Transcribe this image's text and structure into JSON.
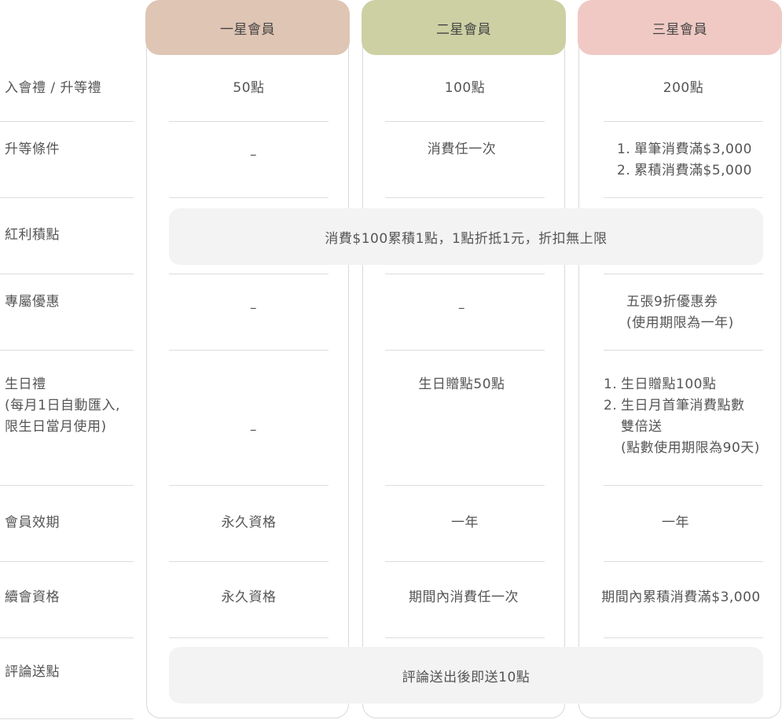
{
  "tiers": [
    {
      "name": "一星會員",
      "color": "#dfc5b4"
    },
    {
      "name": "二星會員",
      "color": "#ccd0a3"
    },
    {
      "name": "三星會員",
      "color": "#f0c9c4"
    }
  ],
  "rows": {
    "gift": {
      "label": "入會禮 / 升等禮",
      "values": [
        "50點",
        "100點",
        "200點"
      ]
    },
    "upgrade": {
      "label": "升等條件",
      "values": [
        "–",
        "消費任一次"
      ],
      "list3": [
        "單筆消費滿$3,000",
        "累積消費滿$5,000"
      ]
    },
    "bonus": {
      "label": "紅利積點",
      "merged": "消費$100累積1點，1點折抵1元，折扣無上限"
    },
    "exclusive": {
      "label": "專屬優惠",
      "values": [
        "–",
        "–"
      ],
      "lines3": [
        "五張9折優惠券",
        "(使用期限為一年)"
      ]
    },
    "birthday": {
      "label_lines": [
        "生日禮",
        "(每月1日自動匯入,",
        "限生日當月使用)"
      ],
      "values": [
        "–",
        "生日贈點50點"
      ],
      "list3": [
        {
          "num": "1.",
          "lines": [
            "生日贈點100點"
          ]
        },
        {
          "num": "2.",
          "lines": [
            "生日月首筆消費點數",
            "雙倍送",
            "(點數使用期限為90天)"
          ]
        }
      ]
    },
    "validity": {
      "label": "會員效期",
      "values": [
        "永久資格",
        "一年",
        "一年"
      ]
    },
    "renewal": {
      "label": "續會資格",
      "values": [
        "永久資格",
        "期間內消費任一次",
        "期間內累積消費滿$3,000"
      ]
    },
    "review": {
      "label": "評論送點",
      "merged": "評論送出後即送10點"
    }
  }
}
